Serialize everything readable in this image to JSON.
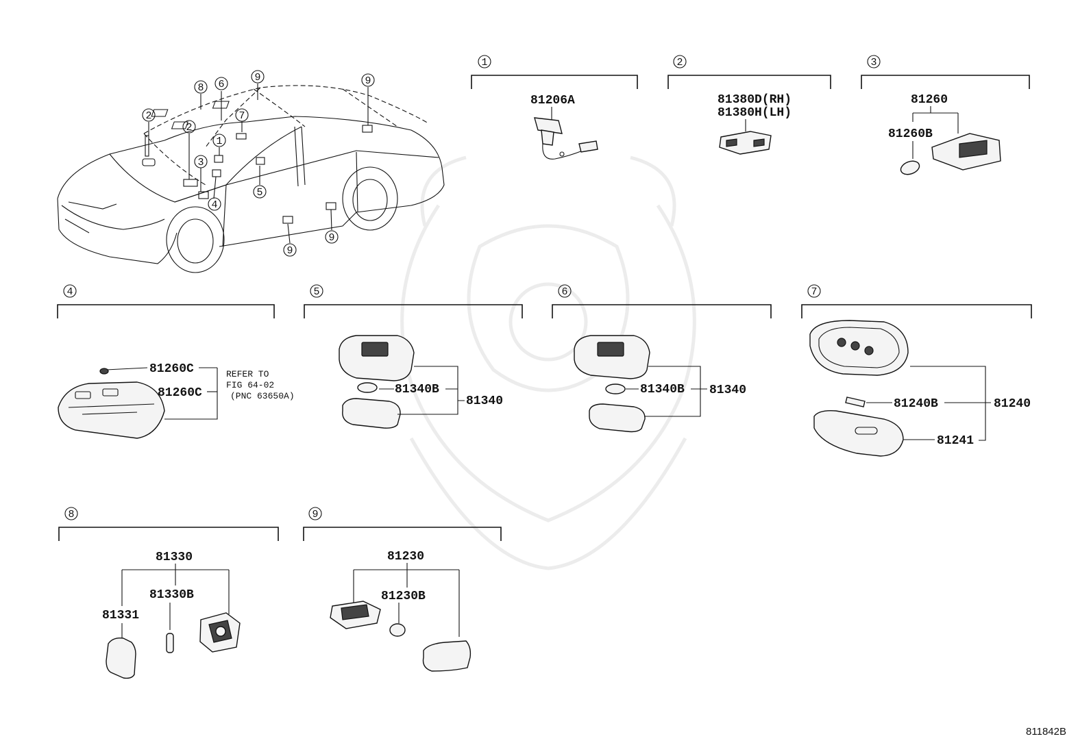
{
  "diagram_id": "811842B",
  "car_callouts": [
    "1",
    "2",
    "2",
    "3",
    "4",
    "5",
    "6",
    "7",
    "8",
    "9",
    "9",
    "9",
    "9"
  ],
  "sections": [
    {
      "index": "1",
      "parts": [
        "81206A"
      ]
    },
    {
      "index": "2",
      "parts": [
        "81380D(RH)",
        "81380H(LH)"
      ]
    },
    {
      "index": "3",
      "parts": [
        "81260",
        "81260B"
      ]
    },
    {
      "index": "4",
      "parts": [
        "81260C",
        "81260C"
      ],
      "note_lines": [
        "REFER TO",
        "FIG 64-02",
        "(PNC 63650A)"
      ]
    },
    {
      "index": "5",
      "parts": [
        "81340B",
        "81340"
      ]
    },
    {
      "index": "6",
      "parts": [
        "81340B",
        "81340"
      ]
    },
    {
      "index": "7",
      "parts": [
        "81240B",
        "81240",
        "81241"
      ]
    },
    {
      "index": "8",
      "parts": [
        "81330",
        "81330B",
        "81331"
      ]
    },
    {
      "index": "9",
      "parts": [
        "81230",
        "81230B"
      ]
    }
  ]
}
